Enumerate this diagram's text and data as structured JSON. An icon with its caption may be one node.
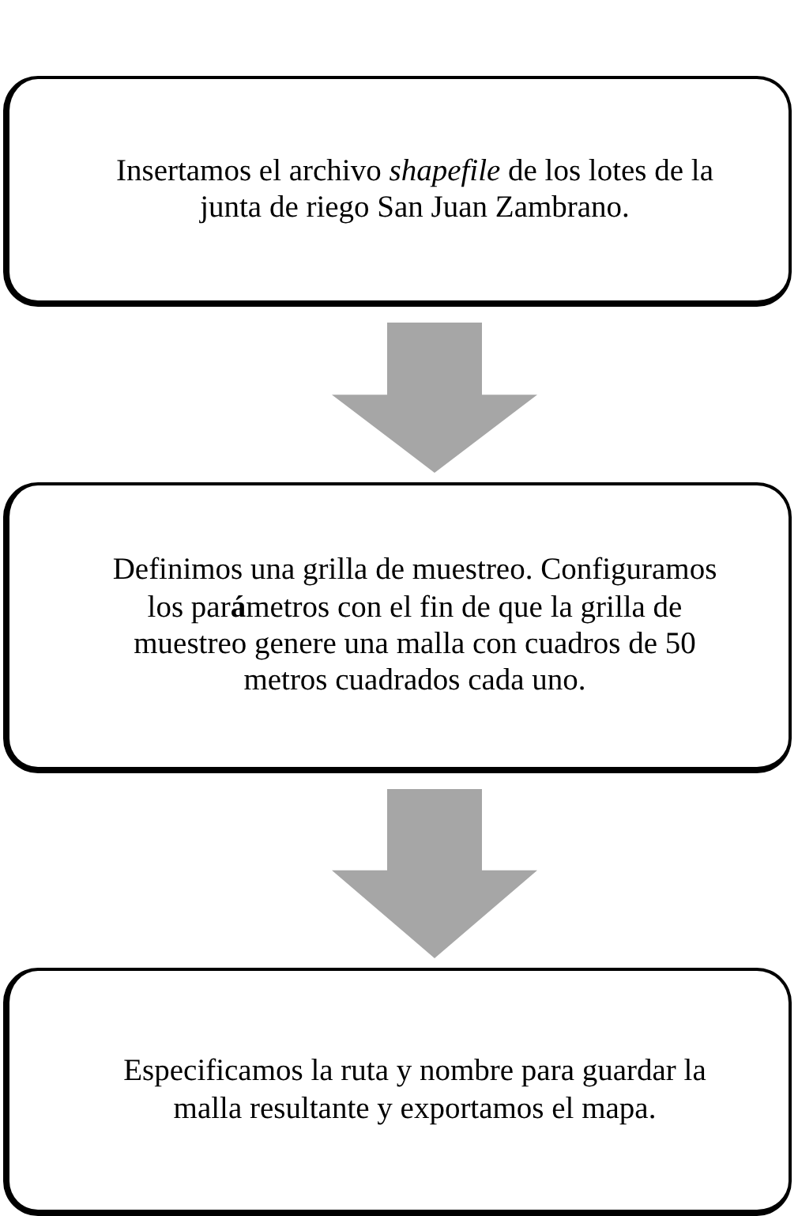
{
  "diagram": {
    "nodes": [
      {
        "text": [
          "Insertamos el archivo *shapefile* de los lotes de la junta de riego San Juan Zambrano."
        ]
      },
      {
        "text": [
          "Definimos una grilla de muestreo. Configuramos los par**á**metros con el fin de que la grilla de muestreo genere una malla con cuadros de 50 metros cuadrados cada uno."
        ]
      },
      {
        "text": [
          "Especificamos la ruta y nombre para guardar la malla resultante y exportamos el mapa."
        ]
      }
    ],
    "edges": [
      {
        "from": 0,
        "to": 1,
        "arrow": "to",
        "color": "#a6a6a6"
      },
      {
        "from": 1,
        "to": 2,
        "arrow": "to",
        "color": "#a6a6a6"
      }
    ]
  }
}
